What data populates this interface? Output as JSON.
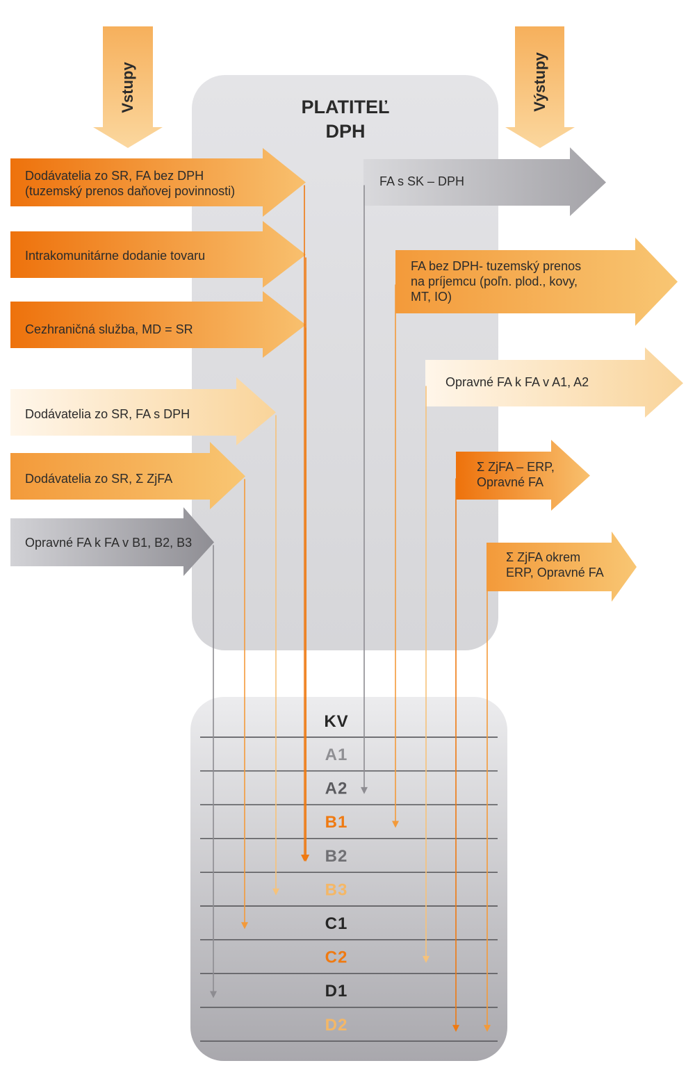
{
  "colors": {
    "orange_dark": "#f27a0f",
    "orange": "#f59a3c",
    "orange_light": "#f7b562",
    "cream": "#fdf0dc",
    "gray_arrow": "#9c9aa0",
    "gray_panel": "#dcdcdf",
    "gray_line": "#a9a9ad"
  },
  "header": {
    "inputs_label": "Vstupy",
    "outputs_label": "Výstupy",
    "payer_title_line1": "PLATITEĽ",
    "payer_title_line2": "DPH"
  },
  "inputs": [
    {
      "lines": [
        "Dodávatelia zo SR, FA bez DPH",
        "(tuzemský prenos daňovej povinnosti)"
      ],
      "style": "orange-dark",
      "target": "B2"
    },
    {
      "lines": [
        "Intrakomunitárne dodanie tovaru"
      ],
      "style": "orange-dark",
      "target": "B2"
    },
    {
      "lines": [
        "Cezhraničná služba, MD = SR"
      ],
      "style": "orange-dark",
      "target": "B2"
    },
    {
      "lines": [
        "Dodávatelia zo SR, FA s DPH"
      ],
      "style": "cream",
      "target": "B3"
    },
    {
      "lines": [
        "Dodávatelia zo SR, Σ ZjFA"
      ],
      "style": "orange",
      "target": "C1"
    },
    {
      "lines": [
        "Opravné FA k FA v B1, B2, B3"
      ],
      "style": "gray",
      "target": "D1"
    }
  ],
  "outputs": [
    {
      "lines": [
        "FA s SK – DPH"
      ],
      "style": "gray",
      "target": "A2"
    },
    {
      "lines": [
        "FA bez DPH- tuzemský prenos",
        "na príjemcu (poľn. plod., kovy,",
        "MT, IO)"
      ],
      "style": "orange",
      "target": "B1"
    },
    {
      "lines": [
        "Opravné FA k FA v A1, A2"
      ],
      "style": "cream",
      "target": "C2"
    },
    {
      "lines": [
        "Σ ZjFA – ERP,",
        "Opravné FA"
      ],
      "style": "orange-dark",
      "target": "D2"
    },
    {
      "lines": [
        "Σ ZjFA okrem",
        "ERP, Opravné FA"
      ],
      "style": "orange",
      "target": "D2"
    }
  ],
  "kv": {
    "title": "KV",
    "rows": [
      {
        "label": "A1",
        "color": "#8f8f93"
      },
      {
        "label": "A2",
        "color": "#5b5b5f"
      },
      {
        "label": "B1",
        "color": "#ef7a12"
      },
      {
        "label": "B2",
        "color": "#707074"
      },
      {
        "label": "B3",
        "color": "#f4b766"
      },
      {
        "label": "C1",
        "color": "#262626"
      },
      {
        "label": "C2",
        "color": "#ef7a12"
      },
      {
        "label": "D1",
        "color": "#262626"
      },
      {
        "label": "D2",
        "color": "#f4b766"
      }
    ]
  }
}
